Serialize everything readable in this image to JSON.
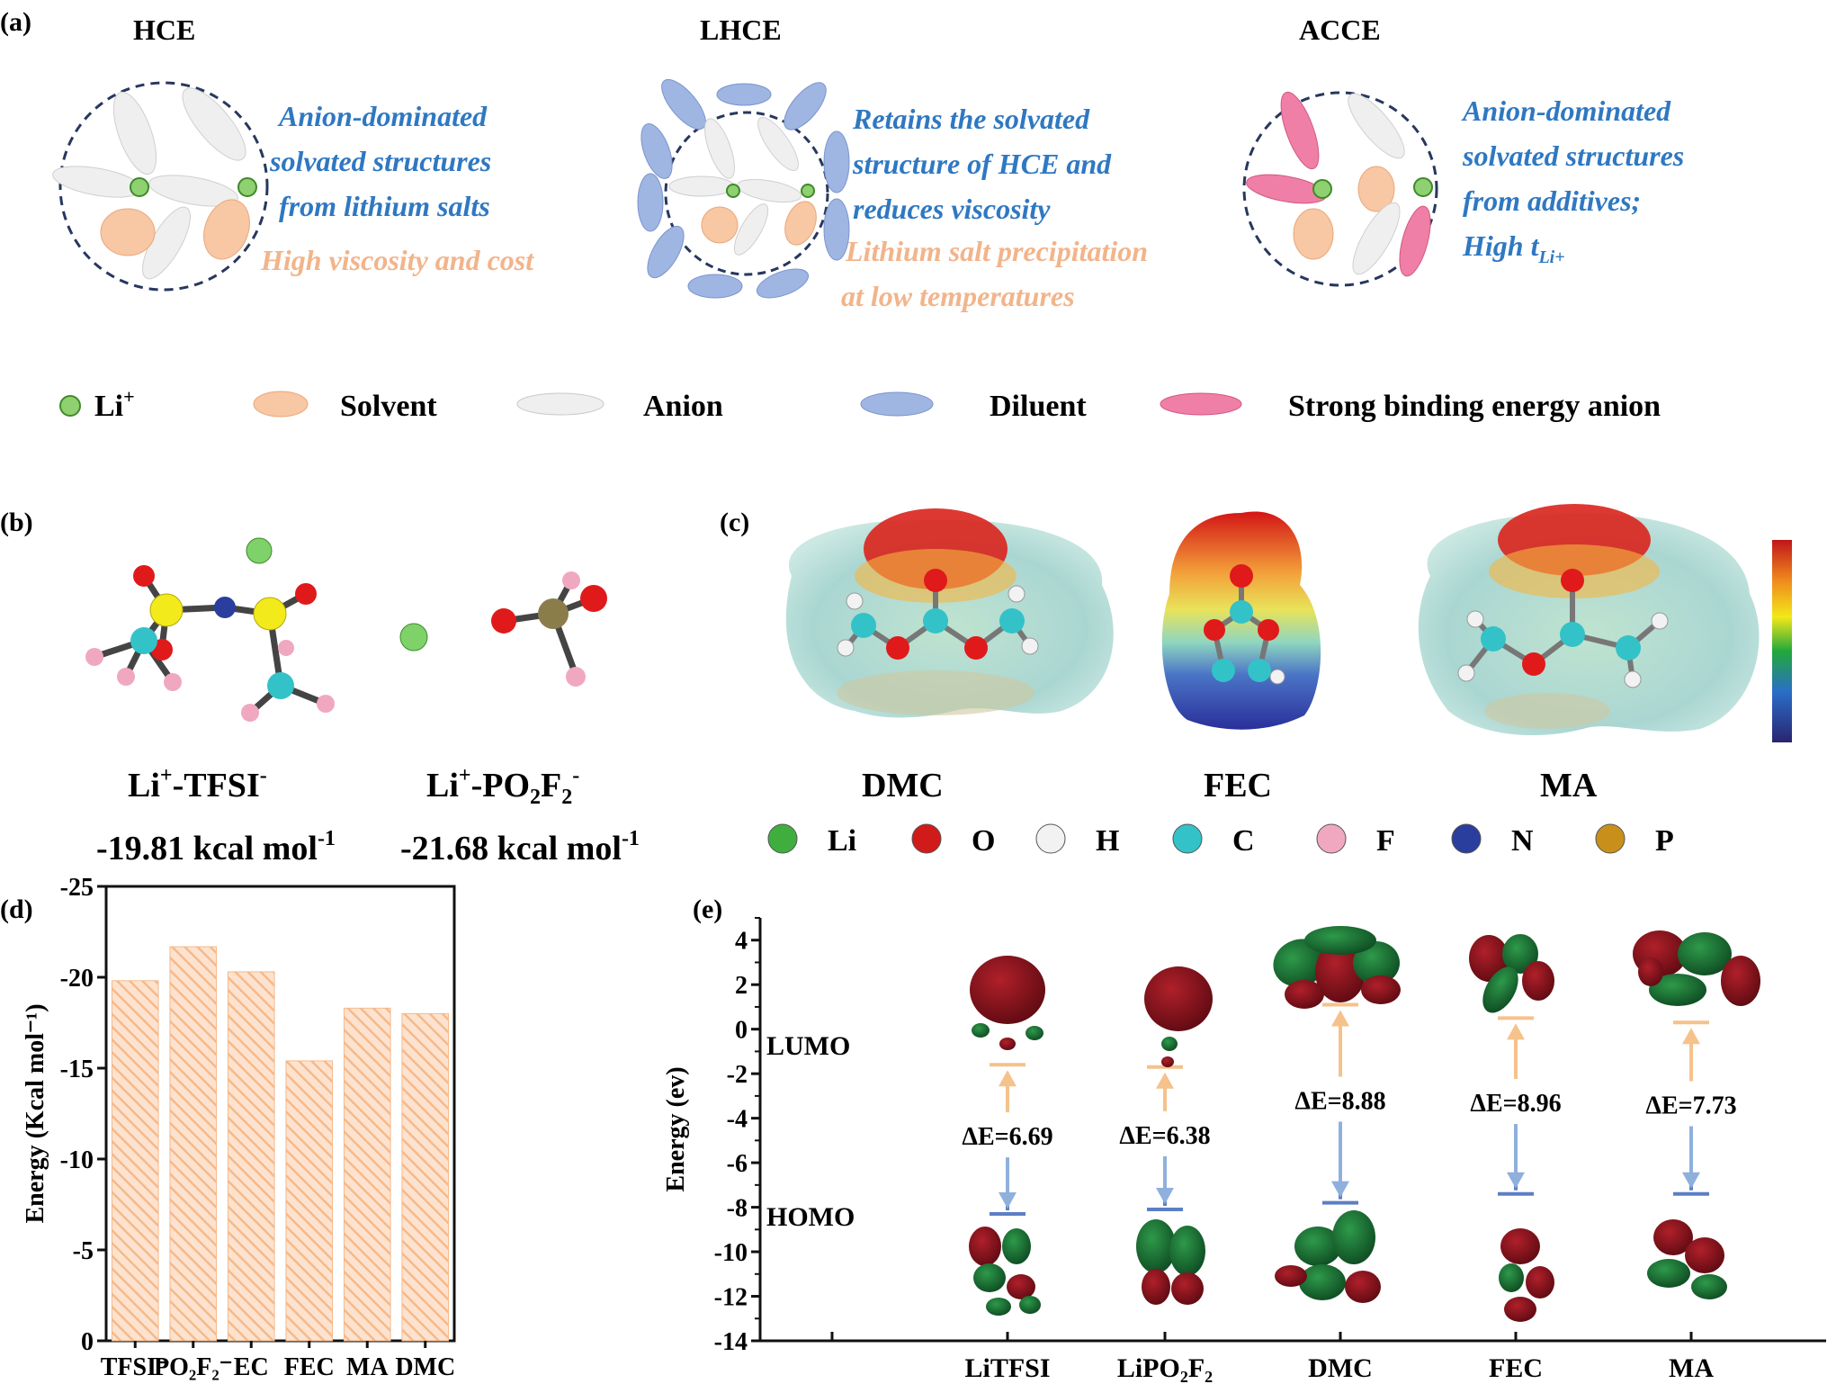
{
  "panel_a": {
    "label": "(a)",
    "hce": {
      "title": "HCE",
      "desc": [
        "Anion-dominated",
        "solvated structures",
        "from lithium salts"
      ],
      "note": "High viscosity and cost"
    },
    "lhce": {
      "title": "LHCE",
      "desc": [
        "Retains the solvated",
        "structure of HCE and",
        "reduces viscosity"
      ],
      "note": [
        "Lithium salt  precipitation",
        "at low temperatures"
      ]
    },
    "acce": {
      "title": "ACCE",
      "desc": [
        "Anion-dominated",
        "solvated structures",
        "from additives;",
        "High t"
      ],
      "desc_sub": "Li+"
    },
    "legend": {
      "li": "Li",
      "li_sup": "+",
      "solvent": "Solvent",
      "anion": "Anion",
      "diluent": "Diluent",
      "strong": "Strong binding energy anion"
    }
  },
  "panel_b": {
    "label": "(b)",
    "left_name": "Li",
    "left_sup1": "+",
    "left_name2": "-TFSI",
    "left_sup2": "-",
    "left_energy": "-19.81 kcal mol",
    "left_energy_sup": "-1",
    "right_name": "Li",
    "right_sup1": "+",
    "right_name2": "-PO",
    "right_sub1": "2",
    "right_name3": "F",
    "right_sub2": "2",
    "right_sup2": "-",
    "right_energy": "-21.68 kcal mol",
    "right_energy_sup": "-1"
  },
  "panel_c": {
    "label": "(c)",
    "molecules": [
      "DMC",
      "FEC",
      "MA"
    ],
    "atoms": [
      {
        "symbol": "Li",
        "color": "#3fae3f"
      },
      {
        "symbol": "O",
        "color": "#d11a1a"
      },
      {
        "symbol": "H",
        "color": "#f2f2f2"
      },
      {
        "symbol": "C",
        "color": "#33c2c8"
      },
      {
        "symbol": "F",
        "color": "#f0a8c0"
      },
      {
        "symbol": "N",
        "color": "#2a3e9e"
      },
      {
        "symbol": "P",
        "color": "#c8901a"
      }
    ]
  },
  "chart_data": [
    {
      "type": "bar",
      "panel": "(d)",
      "categories": [
        "TFSI⁻",
        "PO₂F₂⁻",
        "EC",
        "FEC",
        "MA",
        "DMC"
      ],
      "values": [
        -19.81,
        -21.68,
        -20.3,
        -15.4,
        -18.3,
        -18.0
      ],
      "ylabel": "Energy (Kcal mol⁻¹)",
      "ylim": [
        0,
        -25
      ],
      "yticks": [
        "0",
        "-5",
        "-10",
        "-15",
        "-20",
        "-25"
      ],
      "bar_color": "#f6b98a"
    },
    {
      "type": "scatter",
      "panel": "(e)",
      "categories": [
        "LiTFSI",
        "LiPO₂F₂",
        "DMC",
        "FEC",
        "MA"
      ],
      "series": [
        {
          "name": "LUMO",
          "values": [
            -1.6,
            -1.7,
            1.1,
            0.5,
            0.3
          ]
        },
        {
          "name": "HOMO",
          "values": [
            -8.3,
            -8.1,
            -7.8,
            -7.4,
            -7.4
          ]
        }
      ],
      "gaps": [
        "ΔE=6.69",
        "ΔE=6.38",
        "ΔE=8.88",
        "ΔE=8.96",
        "ΔE=7.73"
      ],
      "ylabel": "Energy (ev)",
      "ylim": [
        -14,
        5
      ],
      "yticks": [
        "4",
        "2",
        "0",
        "-2",
        "-4",
        "-6",
        "-8",
        "-10",
        "-12",
        "-14"
      ],
      "up_arrow_color": "#f5c28c",
      "down_arrow_color": "#8fb0dc"
    }
  ],
  "colors": {
    "blue_text": "#2f78c2",
    "orange_text": "#f2b48a",
    "solvent": "#f8c7a4",
    "anion": "#efefef",
    "diluent": "#9fb6e3",
    "strong": "#ef7fa6"
  }
}
